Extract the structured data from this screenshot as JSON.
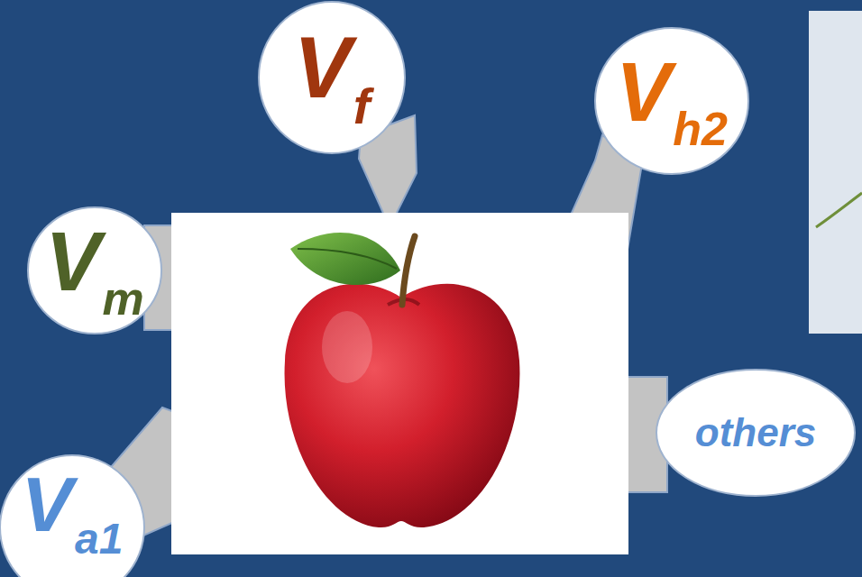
{
  "diagram": {
    "nodes": [
      {
        "text": [
          "V",
          "f"
        ]
      },
      {
        "text": [
          "V",
          "h2"
        ]
      },
      {
        "text": [
          "V",
          "m"
        ]
      },
      {
        "text": [
          "others"
        ]
      },
      {
        "text": [
          "V",
          "a1"
        ]
      }
    ]
  }
}
